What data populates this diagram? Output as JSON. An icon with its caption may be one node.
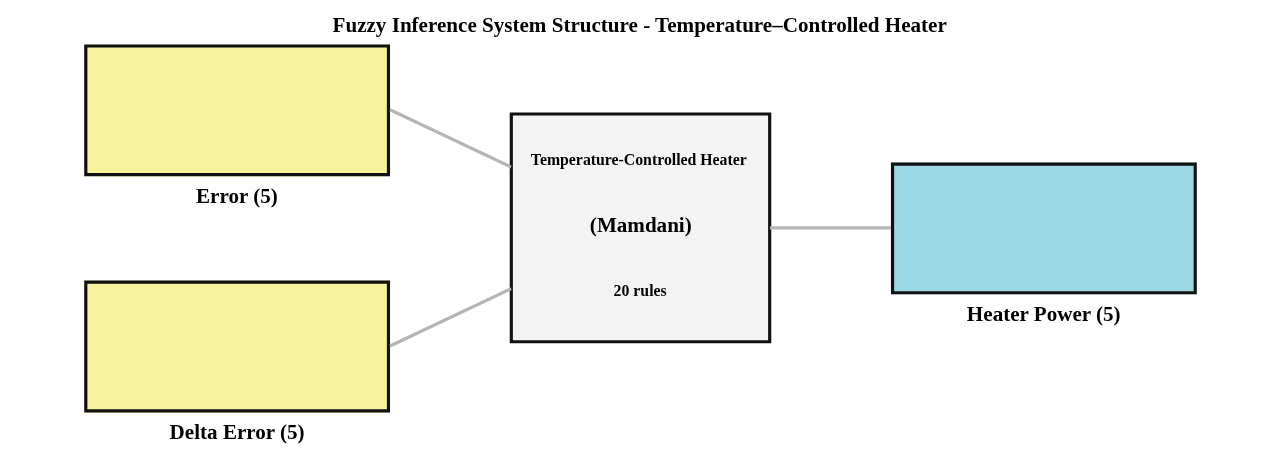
{
  "diagram": {
    "title": "Fuzzy Inference System Structure - Temperature–Controlled Heater",
    "nodes": [
      {
        "text": [
          "Error (5)"
        ]
      },
      {
        "text": [
          "Delta Error (5)"
        ]
      },
      {
        "text": [
          "Temperature-Controlled Heater",
          "(Mamdani)",
          "20 rules"
        ]
      },
      {
        "text": [
          "Heater Power (5)"
        ]
      }
    ],
    "edges": [
      {
        "from": 0,
        "to": 2,
        "arrow": "none"
      },
      {
        "from": 1,
        "to": 2,
        "arrow": "none"
      },
      {
        "from": 2,
        "to": 3,
        "arrow": "none"
      }
    ]
  }
}
